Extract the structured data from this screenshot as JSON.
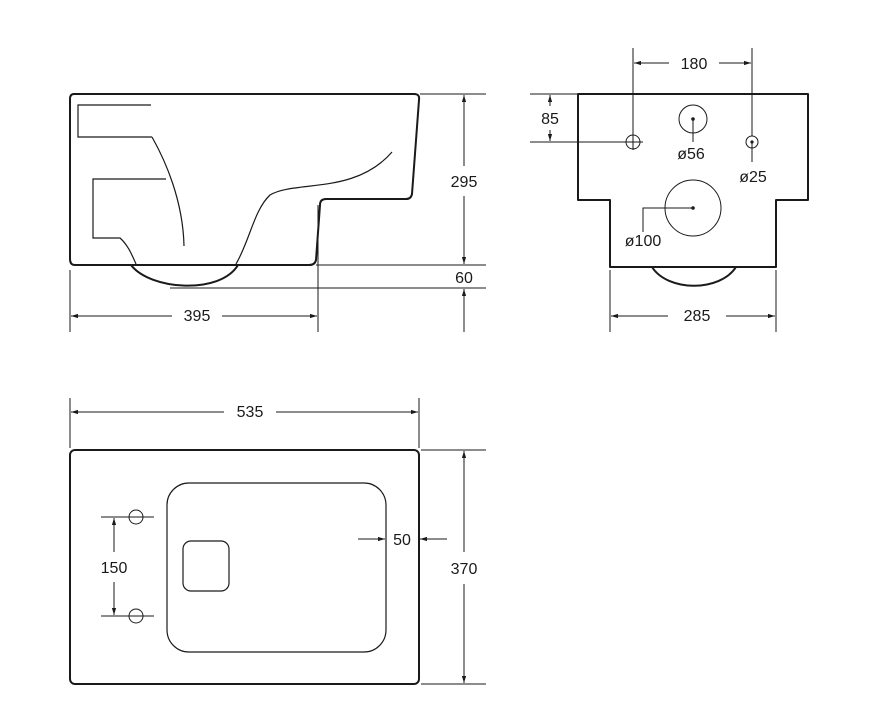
{
  "colors": {
    "line": "#1a1a1a",
    "background": "#ffffff"
  },
  "side_view": {
    "dim_length": "395",
    "dim_height": "295",
    "dim_drop": "60"
  },
  "rear_view": {
    "dim_bolt_spacing": "180",
    "dim_bolt_height": "85",
    "label_water_inlet": "ø56",
    "label_bolt_hole": "ø25",
    "label_outlet": "ø100",
    "dim_width": "285"
  },
  "top_view": {
    "dim_length": "535",
    "dim_width": "370",
    "dim_fixing_spacing": "150",
    "dim_rim_offset": "50"
  }
}
